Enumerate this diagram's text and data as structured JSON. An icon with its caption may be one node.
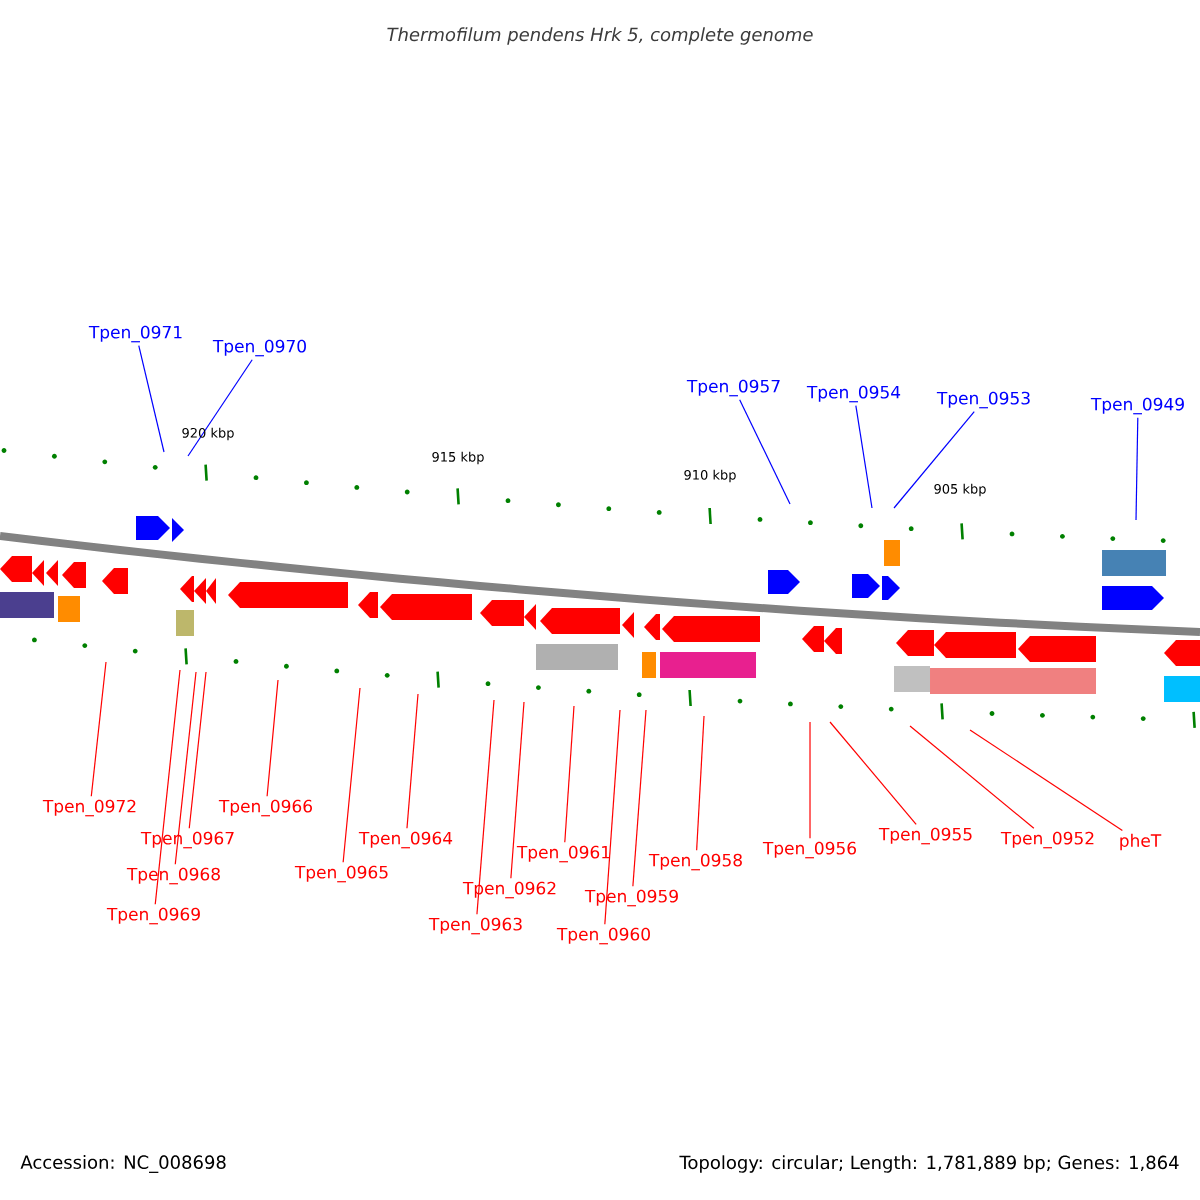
{
  "diagram": {
    "title": "Thermofilum pendens Hrk 5, complete genome",
    "nodes": [
      {
        "text": [
          "Tpen_0971"
        ]
      },
      {
        "text": [
          "Tpen_0970"
        ]
      },
      {
        "text": [
          "Tpen_0957"
        ]
      },
      {
        "text": [
          "Tpen_0954"
        ]
      },
      {
        "text": [
          "Tpen_0953"
        ]
      },
      {
        "text": [
          "Tpen_0949"
        ]
      },
      {
        "text": [
          "Tpen_0972"
        ]
      },
      {
        "text": [
          "Tpen_0967"
        ]
      },
      {
        "text": [
          "Tpen_0968"
        ]
      },
      {
        "text": [
          "Tpen_0969"
        ]
      },
      {
        "text": [
          "Tpen_0966"
        ]
      },
      {
        "text": [
          "Tpen_0965"
        ]
      },
      {
        "text": [
          "Tpen_0964"
        ]
      },
      {
        "text": [
          "Tpen_0963"
        ]
      },
      {
        "text": [
          "Tpen_0962"
        ]
      },
      {
        "text": [
          "Tpen_0961"
        ]
      },
      {
        "text": [
          "Tpen_0960"
        ]
      },
      {
        "text": [
          "Tpen_0959"
        ]
      },
      {
        "text": [
          "Tpen_0958"
        ]
      },
      {
        "text": [
          "Tpen_0956"
        ]
      },
      {
        "text": [
          "Tpen_0955"
        ]
      },
      {
        "text": [
          "Tpen_0952"
        ]
      },
      {
        "text": [
          "pheT"
        ]
      }
    ],
    "edges": [
      {
        "from": 0,
        "to": null,
        "arrow": "none",
        "color": "#0000ff"
      },
      {
        "from": 1,
        "to": null,
        "arrow": "none",
        "color": "#0000ff"
      },
      {
        "from": 2,
        "to": null,
        "arrow": "none",
        "color": "#0000ff"
      },
      {
        "from": 3,
        "to": null,
        "arrow": "none",
        "color": "#0000ff"
      },
      {
        "from": 4,
        "to": null,
        "arrow": "none",
        "color": "#0000ff"
      },
      {
        "from": 5,
        "to": null,
        "arrow": "none",
        "color": "#0000ff"
      },
      {
        "from": 6,
        "to": null,
        "arrow": "none"
      },
      {
        "from": 7,
        "to": null,
        "arrow": "none"
      },
      {
        "from": 8,
        "to": null,
        "arrow": "none"
      },
      {
        "from": 9,
        "to": null,
        "arrow": "none"
      },
      {
        "from": 10,
        "to": null,
        "arrow": "none"
      },
      {
        "from": 11,
        "to": null,
        "arrow": "none"
      },
      {
        "from": 12,
        "to": null,
        "arrow": "none"
      },
      {
        "from": 13,
        "to": null,
        "arrow": "none"
      },
      {
        "from": 14,
        "to": null,
        "arrow": "none"
      },
      {
        "from": 15,
        "to": null,
        "arrow": "none"
      },
      {
        "from": 16,
        "to": null,
        "arrow": "none"
      },
      {
        "from": 17,
        "to": null,
        "arrow": "none"
      },
      {
        "from": 18,
        "to": null,
        "arrow": "none"
      },
      {
        "from": 19,
        "to": null,
        "arrow": "none"
      },
      {
        "from": 20,
        "to": null,
        "arrow": "none"
      },
      {
        "from": 21,
        "to": null,
        "arrow": "none"
      },
      {
        "from": 22,
        "to": null,
        "arrow": "none"
      }
    ],
    "labels": [
      "920 kbp",
      "915 kbp",
      "910 kbp",
      "905 kbp",
      "Accession: NC_008698",
      "Topology: circular; Length: 1,781,889 bp; Genes: 1,864"
    ]
  }
}
